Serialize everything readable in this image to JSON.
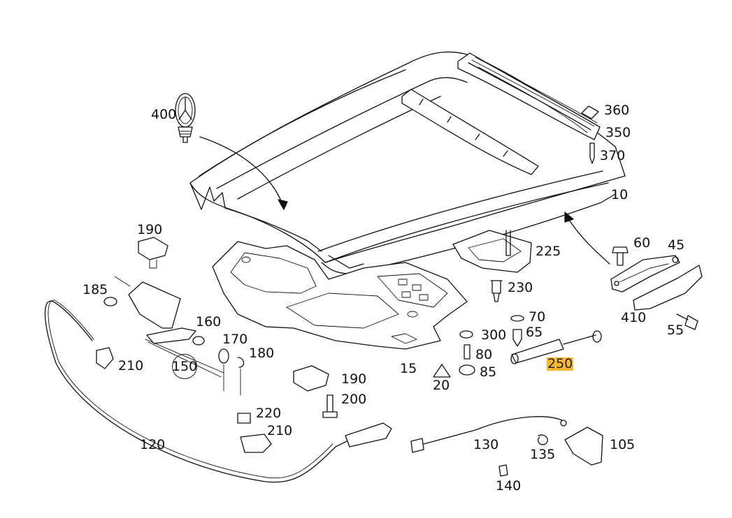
{
  "diagram": {
    "parts": [
      {
        "id": "p10",
        "label": "10"
      },
      {
        "id": "p15",
        "label": "15"
      },
      {
        "id": "p20",
        "label": "20"
      },
      {
        "id": "p45",
        "label": "45"
      },
      {
        "id": "p55",
        "label": "55"
      },
      {
        "id": "p60",
        "label": "60"
      },
      {
        "id": "p65",
        "label": "65"
      },
      {
        "id": "p70",
        "label": "70"
      },
      {
        "id": "p80",
        "label": "80"
      },
      {
        "id": "p85",
        "label": "85"
      },
      {
        "id": "p105",
        "label": "105"
      },
      {
        "id": "p120",
        "label": "120"
      },
      {
        "id": "p130",
        "label": "130"
      },
      {
        "id": "p135",
        "label": "135"
      },
      {
        "id": "p140",
        "label": "140"
      },
      {
        "id": "p150",
        "label": "150"
      },
      {
        "id": "p160",
        "label": "160"
      },
      {
        "id": "p170",
        "label": "170"
      },
      {
        "id": "p180",
        "label": "180"
      },
      {
        "id": "p185",
        "label": "185"
      },
      {
        "id": "p190a",
        "label": "190"
      },
      {
        "id": "p190b",
        "label": "190"
      },
      {
        "id": "p200",
        "label": "200"
      },
      {
        "id": "p210a",
        "label": "210"
      },
      {
        "id": "p210b",
        "label": "210"
      },
      {
        "id": "p220",
        "label": "220"
      },
      {
        "id": "p225",
        "label": "225"
      },
      {
        "id": "p230",
        "label": "230"
      },
      {
        "id": "p250",
        "label": "250",
        "highlighted": true
      },
      {
        "id": "p300",
        "label": "300"
      },
      {
        "id": "p350",
        "label": "350"
      },
      {
        "id": "p360",
        "label": "360"
      },
      {
        "id": "p370",
        "label": "370"
      },
      {
        "id": "p400",
        "label": "400"
      },
      {
        "id": "p410",
        "label": "410"
      }
    ]
  },
  "colors": {
    "line": "#111111",
    "highlight": "#f7b733",
    "background": "#ffffff"
  }
}
